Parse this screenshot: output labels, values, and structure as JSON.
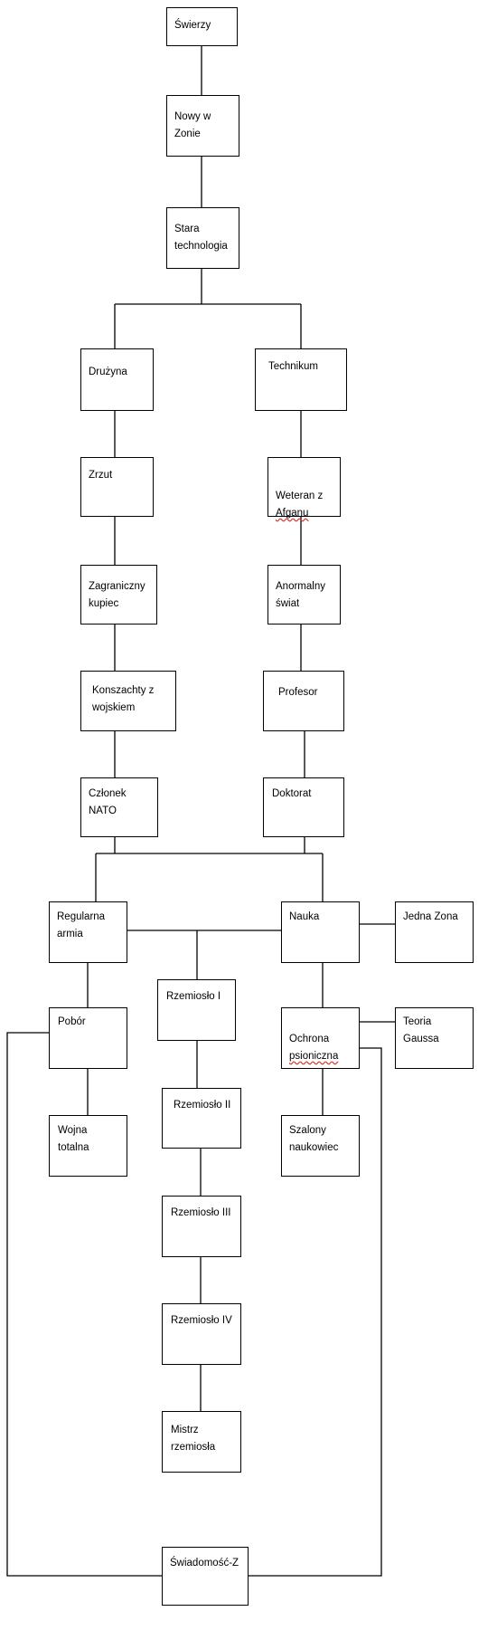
{
  "nodes": {
    "swierzy": "Świerzy",
    "nowy_w_zonie": "Nowy w Zonie",
    "stara_technologia": "Stara technologia",
    "druzyna": "Drużyna",
    "technikum": "Technikum",
    "zrzut": "Zrzut",
    "weteran_z_afganu": "Weteran z Afganu",
    "zagraniczny_kupiec": "Zagraniczny kupiec",
    "anormalny_swiat": "Anormalny świat",
    "konszachty_z_wojskiem": "Konszachty z wojskiem",
    "profesor": "Profesor",
    "czlonek_nato": "Członek NATO",
    "doktorat": "Doktorat",
    "regularna_armia": "Regularna armia",
    "nauka": "Nauka",
    "jedna_zona": "Jedna Zona",
    "rzemioslo_1": "Rzemiosło I",
    "pobor": "Pobór",
    "ochrona_psioniczna": "Ochrona psioniczna",
    "teoria_gaussa": "Teoria Gaussa",
    "rzemioslo_2": "Rzemiosło II",
    "wojna_totalna": "Wojna totalna",
    "szalony_naukowiec": "Szalony naukowiec",
    "rzemioslo_3": "Rzemiosło III",
    "rzemioslo_4": "Rzemiosło IV",
    "mistrz_rzemiosla": "Mistrz rzemiosła",
    "swiadomosc_z": "Świadomość-Z"
  }
}
